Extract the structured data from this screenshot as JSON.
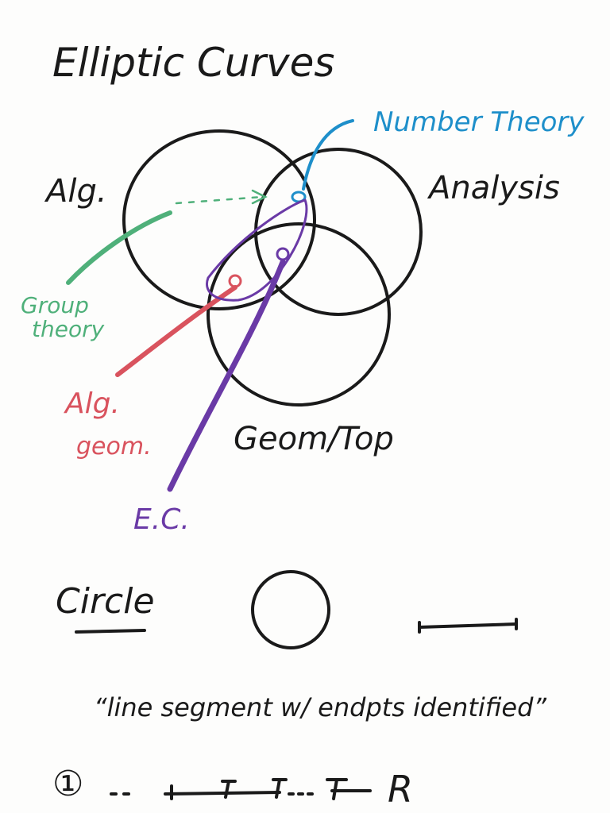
{
  "title": "Elliptic Curves",
  "venn": {
    "sets": {
      "algebra": "Alg.",
      "analysis": "Analysis",
      "geometry": "Geom/Top"
    },
    "annotations": [
      {
        "id": "number-theory",
        "lines": [
          "Number Theory"
        ],
        "color": "#1e8fca"
      },
      {
        "id": "group-theory",
        "lines": [
          "Group",
          "theory"
        ],
        "color": "#4fb07a"
      },
      {
        "id": "alg-geom",
        "lines": [
          "Alg.",
          "geom."
        ],
        "color": "#d9535e"
      },
      {
        "id": "ec",
        "lines": [
          "E.C."
        ],
        "color": "#6a3aa6"
      }
    ]
  },
  "circle_section": {
    "heading": "Circle",
    "quote": "“line segment w/ endpts identified”",
    "item_marker": "①",
    "item_text": "R"
  },
  "colors": {
    "ink": "#1a1a1a",
    "blue": "#1e8fca",
    "green": "#4fb07a",
    "red": "#d9535e",
    "purple": "#6a3aa6"
  }
}
